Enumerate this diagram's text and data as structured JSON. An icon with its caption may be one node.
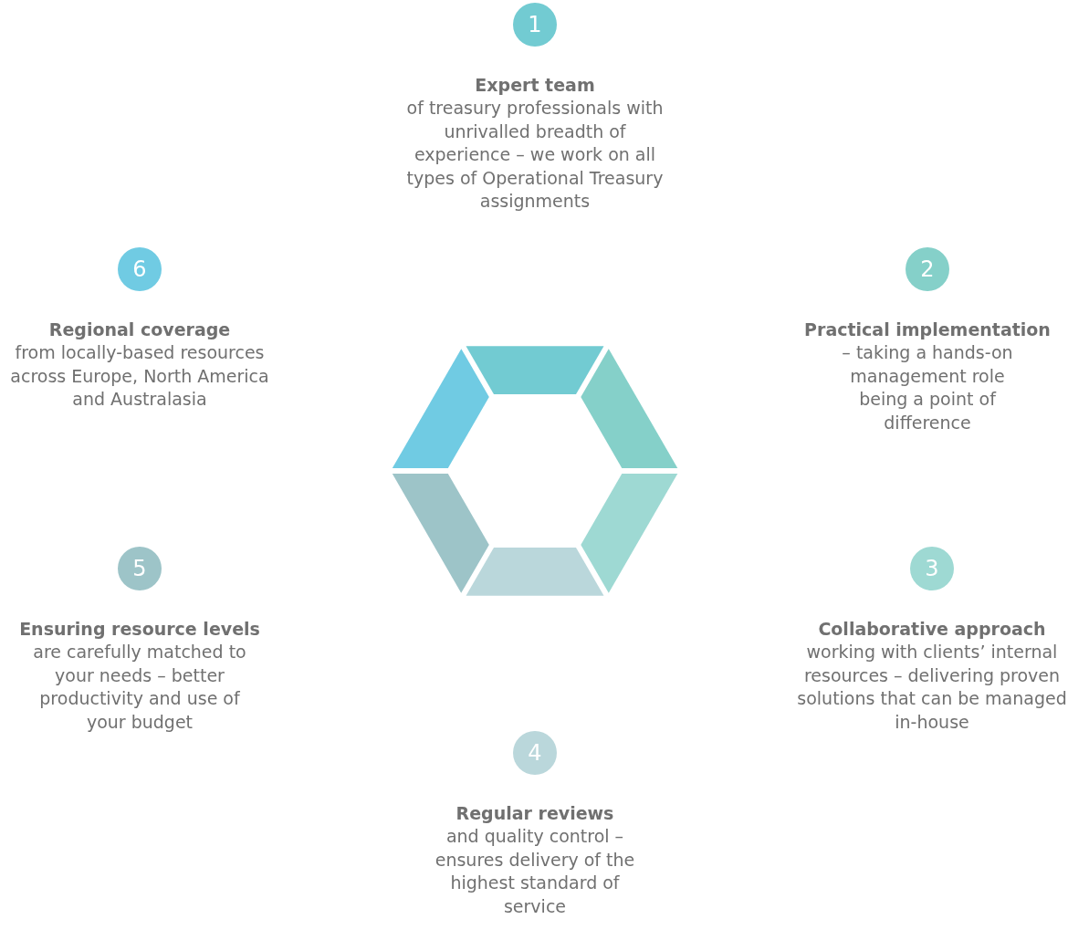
{
  "diagram": {
    "nodes": [
      {
        "text": [
          "1"
        ],
        "beside": [
          "Expert team",
          "of treasury professionals with unrivalled breadth of experience – we work on all types of Operational Treasury assignments"
        ]
      },
      {
        "text": [
          "2"
        ],
        "beside": [
          "Practical implementation",
          "– taking a hands-on management role being a point of difference"
        ]
      },
      {
        "text": [
          "3"
        ],
        "beside": [
          "Collaborative approach",
          "working with clients’ internal resources – delivering proven solutions that can be managed in-house"
        ]
      },
      {
        "text": [
          "4"
        ],
        "beside": [
          "Regular reviews",
          "and quality control – ensures delivery of the highest standard of service"
        ]
      },
      {
        "text": [
          "5"
        ],
        "beside": [
          "Ensuring resource levels",
          "are carefully matched to your needs – better productivity and use of your budget"
        ]
      },
      {
        "text": [
          "6"
        ],
        "beside": [
          "Regional coverage",
          "from locally-based resources across Europe, North America and Australasia"
        ]
      },
      {
        "text": [],
        "shape": "trapezoid"
      },
      {
        "text": [],
        "shape": "trapezoid"
      },
      {
        "text": [],
        "shape": "trapezoid"
      },
      {
        "text": [],
        "shape": "trapezoid"
      },
      {
        "text": [],
        "shape": "trapezoid"
      },
      {
        "text": [],
        "shape": "trapezoid"
      }
    ],
    "edges": []
  }
}
